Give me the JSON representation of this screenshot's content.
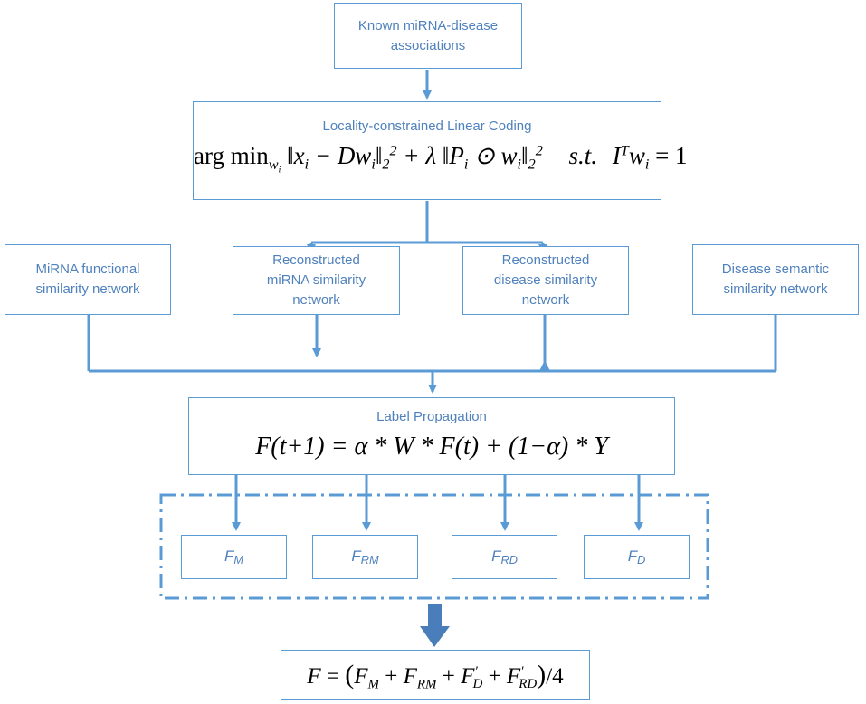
{
  "nodes": {
    "known_assoc": "Known miRNA-disease\nassociations",
    "llc": {
      "title": "Locality-constrained Linear Coding",
      "formula": {
        "argmin": "arg min",
        "argmin_sub": "w",
        "argmin_sub_i": "i",
        "body": "‖x",
        "body_i": "i",
        "minus": " − Dw",
        "w_i": "i",
        "norm_close": "‖",
        "norm_sub": "2",
        "norm_sup": "2",
        "plus_lambda": " + λ ‖P",
        "p_i": "i",
        "odot": " ⊙ w",
        "w2_i": "i",
        "norm2_close": "‖",
        "norm2_sub": "2",
        "norm2_sup": "2",
        "st": "s.t.",
        "constraint": "I",
        "constraint_sup": "T",
        "constraint_w": "w",
        "constraint_w_i": "i",
        "constraint_eq": " = 1"
      }
    },
    "mirna_func": "MiRNA functional\nsimilarity network",
    "recon_mirna": "Reconstructed\nmiRNA similarity\nnetwork",
    "recon_disease": "Reconstructed\ndisease similarity\nnetwork",
    "disease_sem": "Disease semantic\nsimilarity network",
    "label_prop": {
      "title": "Label Propagation",
      "formula": "F(t+1) = α * W * F(t) + (1−α) * Y"
    },
    "outputs": [
      {
        "main": "F",
        "sub": "M"
      },
      {
        "main": "F",
        "sub": "RM"
      },
      {
        "main": "F",
        "sub": "RD"
      },
      {
        "main": "F",
        "sub": "D"
      }
    ],
    "final": {
      "lhs": "F",
      "eq": " = ",
      "open": "(",
      "t1": "F",
      "t1s": "M",
      "plus": " + ",
      "t2": "F",
      "t2s": "RM",
      "t3": "F",
      "t3p": "′",
      "t3s": "D",
      "t4": "F",
      "t4p": "′",
      "t4s": "RD",
      "close": ")",
      "div": "/4"
    }
  },
  "colors": {
    "line": "#5b9bd5",
    "text": "#4f81bd",
    "fat_arrow": "#4a7ebb"
  }
}
